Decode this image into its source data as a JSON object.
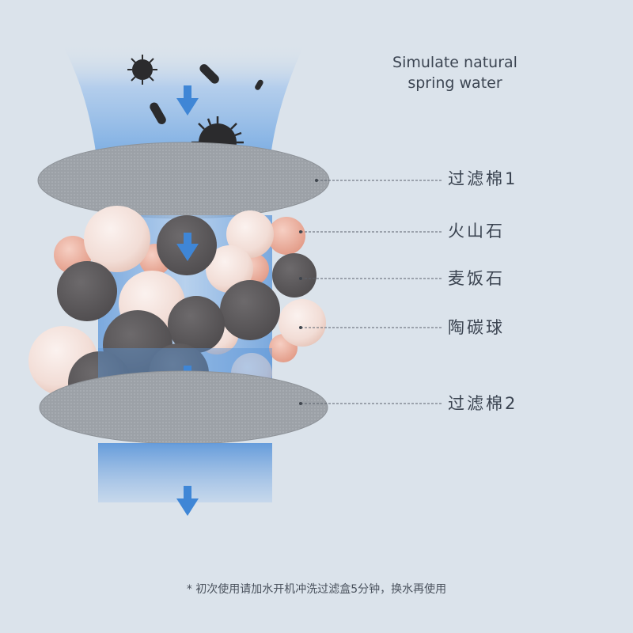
{
  "title": {
    "line1": "Simulate natural",
    "line2": "spring water"
  },
  "layers": [
    {
      "id": "filter-cotton-1",
      "label": "过滤棉1"
    },
    {
      "id": "volcanic-stone",
      "label": "火山石"
    },
    {
      "id": "maifan-stone",
      "label": "麦饭石"
    },
    {
      "id": "ceramic-carbon-ball",
      "label": "陶碳球"
    },
    {
      "id": "filter-cotton-2",
      "label": "过滤棉2"
    }
  ],
  "footnote": "* 初次使用请加水开机冲洗过滤盒5分钟，换水再使用",
  "colors": {
    "background": "#dbe3eb",
    "water": "#5a94d6",
    "filter_disc": "#9aa0a6",
    "maifan_stone": "#5e5b5d",
    "ceramic_ball": "#f2ddd6",
    "volcanic_stone": "#e7a896",
    "arrow": "#3f86d6",
    "contaminant": "#2b2b2d"
  }
}
